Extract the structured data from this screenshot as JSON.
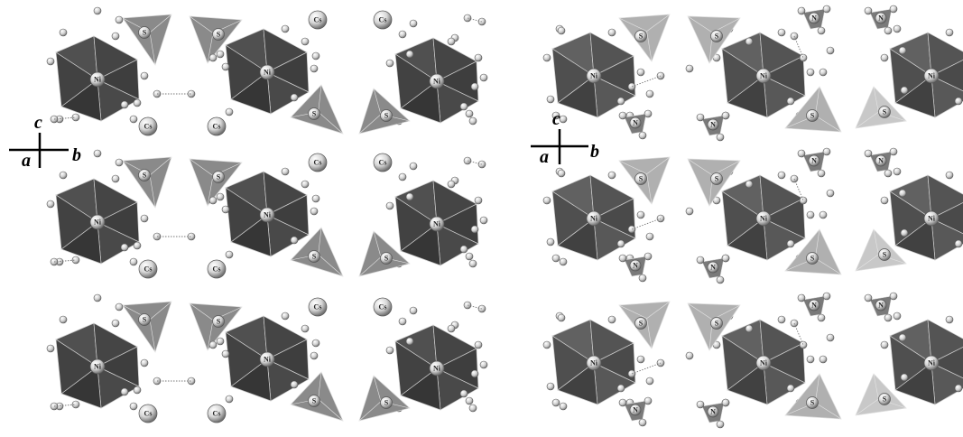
{
  "panels": [
    {
      "id": "left",
      "cation_label": "Cs",
      "octahedron_center_label": "Ni",
      "tetrahedron_label": "S",
      "axis": {
        "up": "c",
        "right": "b",
        "out": "a"
      },
      "colors": {
        "octahedron": "#4a4a4a",
        "tetrahedron": "#8a8a8a",
        "cation_sphere": "#d8d8d8"
      }
    },
    {
      "id": "right",
      "cation_label": "N",
      "octahedron_center_label": "Ni",
      "tetrahedron_label": "S",
      "axis": {
        "up": "c",
        "right": "b",
        "out": "a"
      },
      "colors": {
        "octahedron": "#5c5c5c",
        "tetrahedron": "#b0b0b0",
        "cation_tetrahedron": "#7a7a7a"
      }
    }
  ],
  "grid": {
    "rows": 3
  }
}
